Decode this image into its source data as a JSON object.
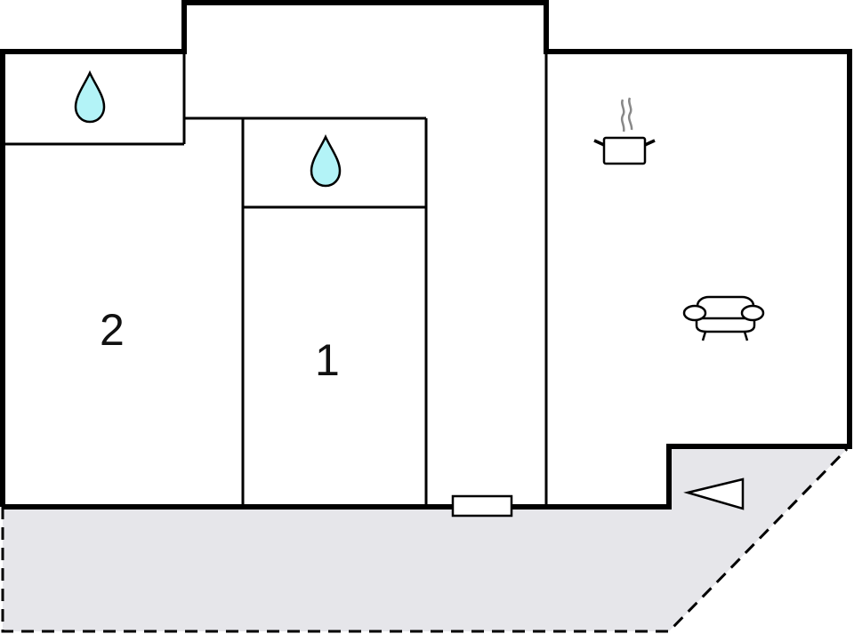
{
  "diagram": {
    "type": "floor-plan",
    "colors": {
      "wall": "#000000",
      "terrace_fill": "#e6e6ea",
      "water_drop_fill": "#b3f3f7",
      "steam": "#888888",
      "background": "#ffffff"
    },
    "rooms": [
      {
        "id": "bedroom-2",
        "label": "2"
      },
      {
        "id": "bedroom-1",
        "label": "1"
      },
      {
        "id": "bathroom-left",
        "label": ""
      },
      {
        "id": "bathroom-center",
        "label": ""
      },
      {
        "id": "hallway",
        "label": ""
      },
      {
        "id": "living-kitchen",
        "label": ""
      },
      {
        "id": "terrace",
        "label": ""
      }
    ],
    "icons": [
      {
        "name": "water-drop-icon",
        "room": "bathroom-left"
      },
      {
        "name": "water-drop-icon",
        "room": "bathroom-center"
      },
      {
        "name": "cooking-pot-icon",
        "room": "living-kitchen"
      },
      {
        "name": "sofa-icon",
        "room": "living-kitchen"
      },
      {
        "name": "entrance-arrow-icon",
        "room": "terrace"
      },
      {
        "name": "door-step-icon",
        "room": "hallway"
      }
    ]
  }
}
